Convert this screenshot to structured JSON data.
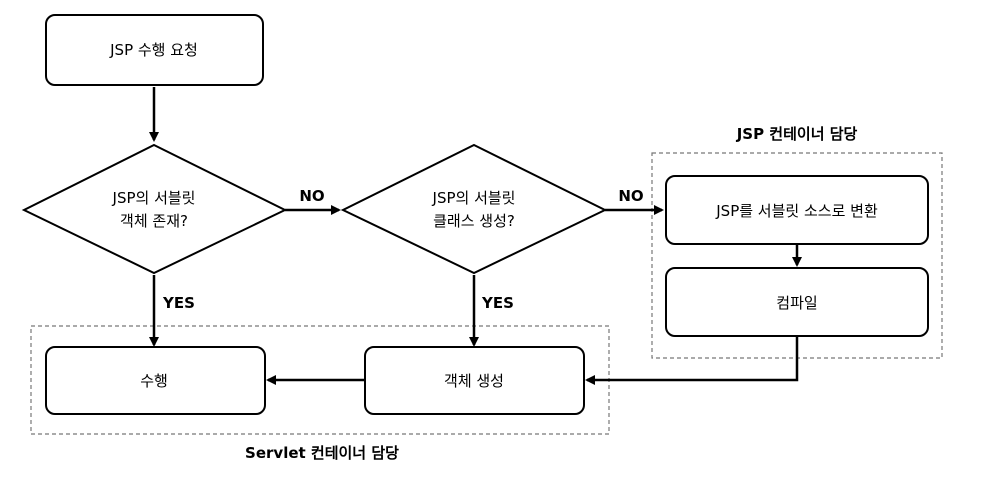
{
  "nodes": {
    "start": {
      "label": "JSP 수행 요청"
    },
    "decision1": {
      "line1": "JSP의 서블릿",
      "line2": "객체 존재?"
    },
    "decision2": {
      "line1": "JSP의 서블릿",
      "line2": "클래스 생성?"
    },
    "convert": {
      "label": "JSP를 서블릿 소스로 변환"
    },
    "compile": {
      "label": "컴파일"
    },
    "create": {
      "label": "객체 생성"
    },
    "execute": {
      "label": "수행"
    }
  },
  "edges": {
    "d1_no": "NO",
    "d2_no": "NO",
    "d1_yes": "YES",
    "d2_yes": "YES"
  },
  "groups": {
    "jsp_container": "JSP 컨테이너 담당",
    "servlet_container": "Servlet 컨테이너 담당"
  }
}
